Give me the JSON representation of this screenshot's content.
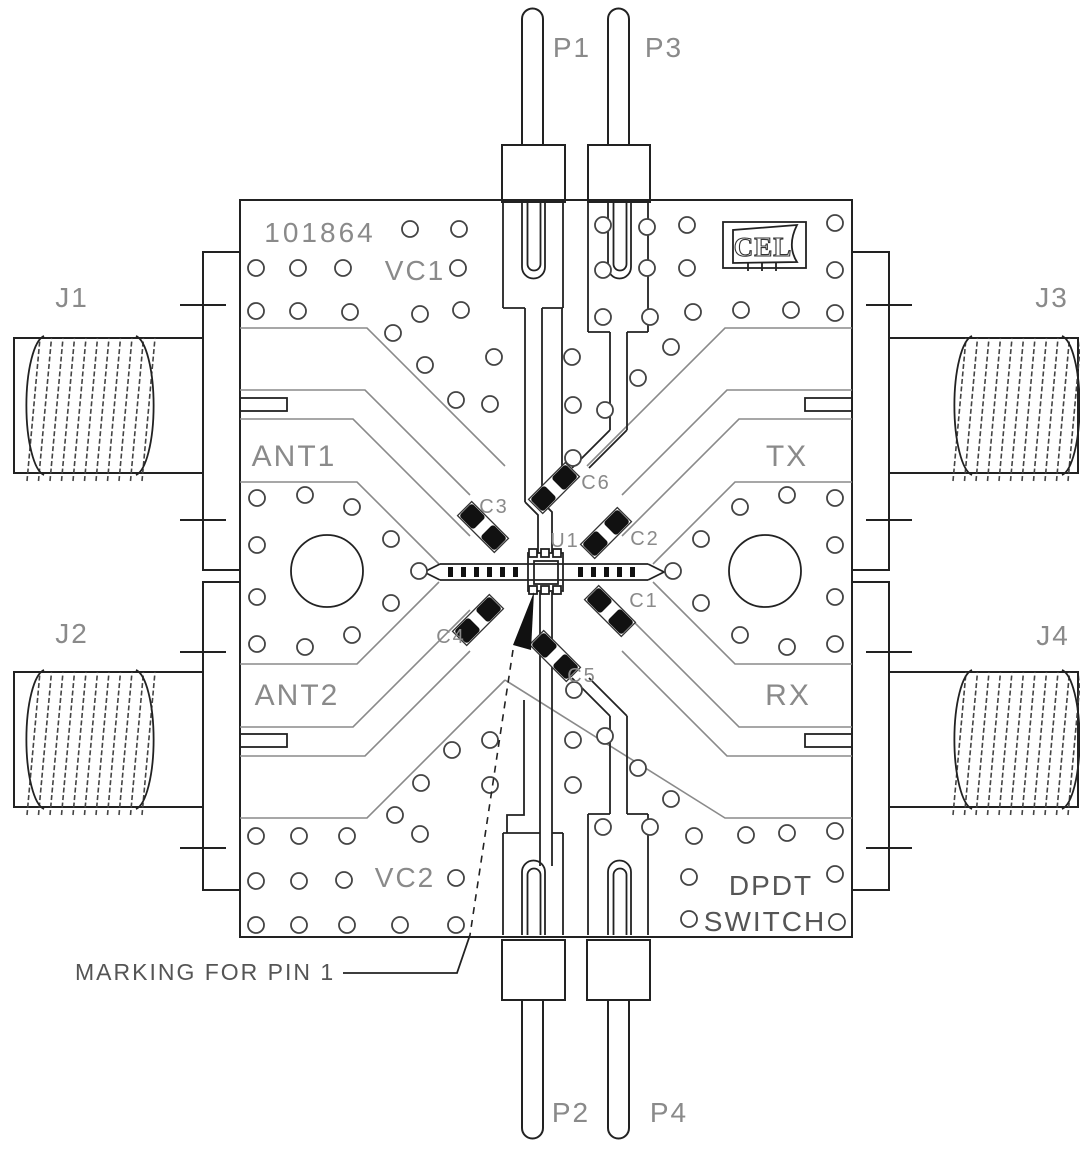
{
  "board_number": "101864",
  "logo_text": "CEL",
  "labels": {
    "vc1": "VC1",
    "vc2": "VC2",
    "ant1": "ANT1",
    "ant2": "ANT2",
    "tx": "TX",
    "rx": "RX",
    "caption_line1": "DPDT",
    "caption_line2": "SWITCH"
  },
  "connectors": {
    "j1": "J1",
    "j2": "J2",
    "j3": "J3",
    "j4": "J4"
  },
  "pins": {
    "p1": "P1",
    "p2": "P2",
    "p3": "P3",
    "p4": "P4"
  },
  "components": {
    "ic": "U1",
    "c1": "C1",
    "c2": "C2",
    "c3": "C3",
    "c4": "C4",
    "c5": "C5",
    "c6": "C6"
  },
  "annotation": {
    "pin1_note": "MARKING FOR PIN 1"
  },
  "colors": {
    "outline": "#222222",
    "ground_lines": "#8a8a8a",
    "silkscreen_text": "#8a8a8a",
    "dark_text": "#555555",
    "component_fill": "#111111",
    "background": "#ffffff"
  }
}
